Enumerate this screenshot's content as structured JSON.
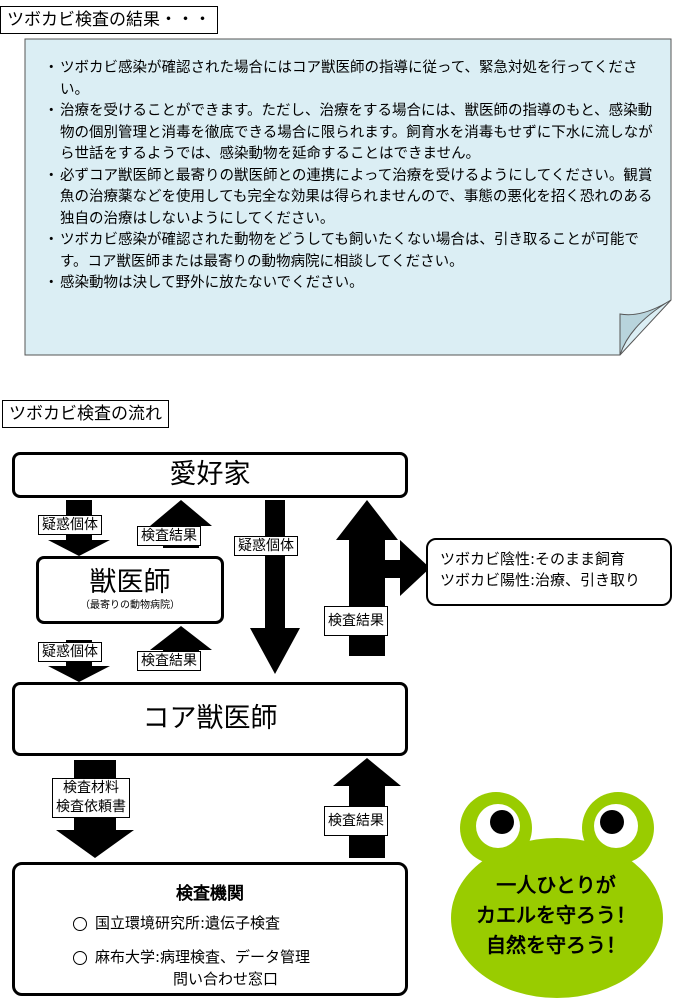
{
  "results_title": "ツボカビ検査の結果・・・",
  "results_bullets": [
    "ツボカビ感染が確認された場合にはコア獣医師の指導に従って、緊急対処を行ってください。",
    "治療を受けることができます。ただし、治療をする場合には、獣医師の指導のもと、感染動物の個別管理と消毒を徹底できる場合に限られます。飼育水を消毒もせずに下水に流しながら世話をするようでは、感染動物を延命することはできません。",
    "必ずコア獣医師と最寄りの獣医師との連携によって治療を受けるようにしてください。観賞魚の治療薬などを使用しても完全な効果は得られませんので、事態の悪化を招く恐れのある独自の治療はしないようにしてください。",
    "ツボカビ感染が確認された動物をどうしても飼いたくない場合は、引き取ることが可能です。コア獣医師または最寄りの動物病院に相談してください。",
    "感染動物は決して野外に放たないでください。"
  ],
  "flow_title": "ツボカビ検査の流れ",
  "nodes": {
    "hobbyist": "愛好家",
    "vet": "獣医師",
    "vet_sub": "（最寄りの動物病院）",
    "core_vet": "コア獣医師",
    "institutions_title": "検査機関"
  },
  "institutions": [
    "国立環境研究所:遺伝子検査",
    "麻布大学:病理検査、データ管理",
    "問い合わせ窓口"
  ],
  "edge_labels": {
    "suspect_1": "疑惑個体",
    "result_1": "検査結果",
    "suspect_direct": "疑惑個体",
    "result_return": "検査結果",
    "suspect_2": "疑惑個体",
    "result_2": "検査結果",
    "materials_1": "検査材料",
    "materials_2": "検査依頼書",
    "result_3": "検査結果"
  },
  "outcomes": [
    "ツボカビ陰性:そのまま飼育",
    "ツボカビ陽性:治療、引き取り"
  ],
  "frog_slogan": [
    "一人ひとりが",
    "カエルを守ろう！",
    "自然を守ろう！"
  ],
  "colors": {
    "note_fill": "#dbeef4",
    "frog_green": "#99cc00"
  }
}
